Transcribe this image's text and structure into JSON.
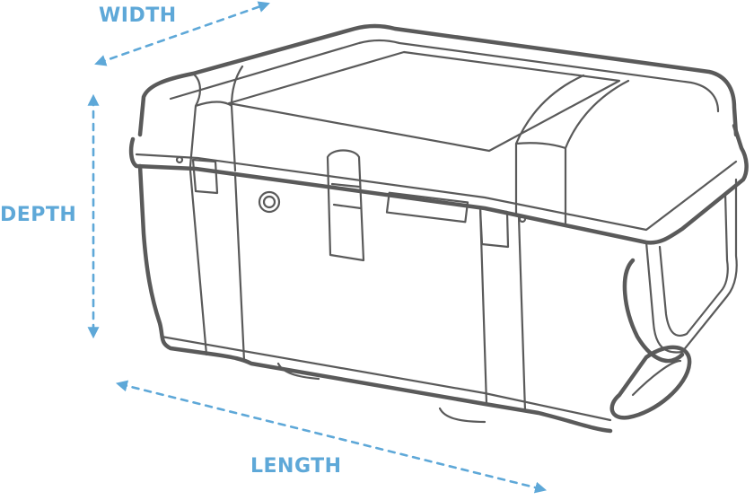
{
  "colors": {
    "accent": "#5ea8d8",
    "outline": "#5a5a5a"
  },
  "labels": {
    "width": "WIDTH",
    "depth": "DEPTH",
    "length": "LENGTH"
  },
  "illustration": {
    "icon": "rolling-hard-case-icon"
  }
}
